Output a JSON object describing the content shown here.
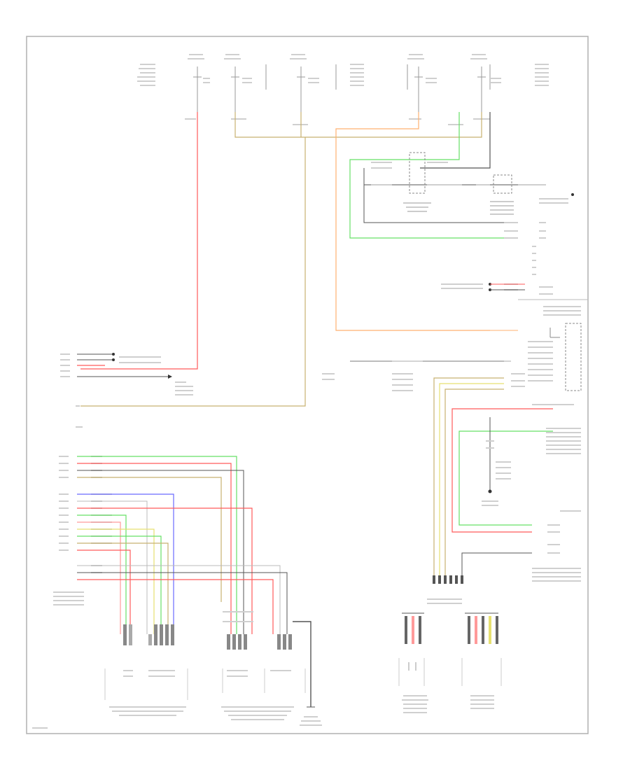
{
  "diagram": {
    "footer_code": "",
    "colors": {
      "frame": "#b0b0b0",
      "wire_red": "#ff5a5a",
      "wire_green": "#66e066",
      "wire_blue": "#6a6aff",
      "wire_tan": "#c8b070",
      "wire_orange": "#ffb070",
      "wire_black": "#555555",
      "wire_pink": "#ff9a9a",
      "wire_yellow": "#e6e070"
    },
    "components": [
      {
        "id": "top-fuse-1"
      },
      {
        "id": "top-fuse-2"
      },
      {
        "id": "top-fuse-3"
      },
      {
        "id": "top-fuse-4"
      },
      {
        "id": "top-fuse-5"
      },
      {
        "id": "relay-left"
      },
      {
        "id": "relay-right"
      },
      {
        "id": "steering-sensor-module"
      },
      {
        "id": "left-connector-block"
      },
      {
        "id": "left-harness-block"
      },
      {
        "id": "brake-control-module"
      },
      {
        "id": "bottom-connector-group-1"
      },
      {
        "id": "bottom-connector-group-2"
      },
      {
        "id": "bottom-connector-group-3"
      },
      {
        "id": "bottom-right-group-1"
      },
      {
        "id": "bottom-right-group-2"
      },
      {
        "id": "ground-symbol"
      }
    ]
  }
}
